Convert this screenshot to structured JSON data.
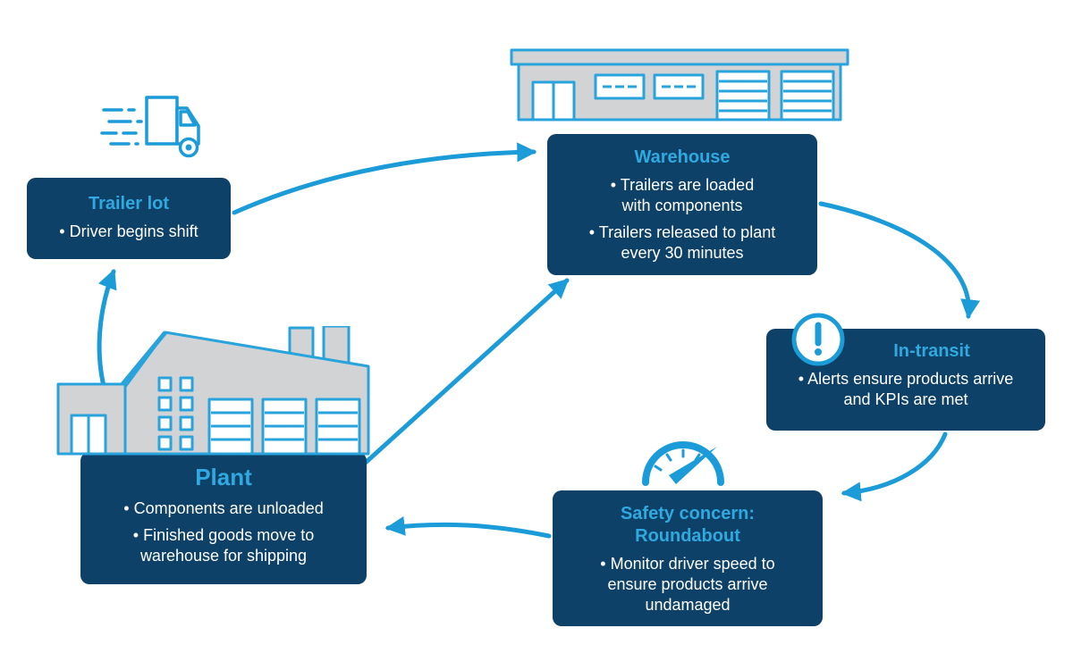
{
  "palette": {
    "card_navy": "#0e4168",
    "accent_blue": "#2fa9e0",
    "arrow_blue": "#1b9bd7",
    "building_gray": "#d1d3d4",
    "text_white": "#ffffff"
  },
  "glyphs": {
    "bullet": "•"
  },
  "nodes": {
    "trailer_lot": {
      "title": "Trailer lot",
      "bullets": [
        "Driver begins shift"
      ]
    },
    "warehouse": {
      "title": "Warehouse",
      "bullets": [
        "Trailers are loaded with components",
        "Trailers released to plant every 30 minutes"
      ]
    },
    "in_transit": {
      "title": "In-transit",
      "bullets": [
        "Alerts ensure products arrive and KPIs are met"
      ]
    },
    "safety": {
      "title": "Safety concern: Roundabout",
      "bullets": [
        "Monitor driver speed to ensure products arrive undamaged"
      ]
    },
    "plant": {
      "title": "Plant",
      "bullets": [
        "Components are unloaded",
        "Finished goods move to warehouse for shipping"
      ]
    }
  },
  "flow": [
    {
      "from": "Trailer lot",
      "to": "Warehouse"
    },
    {
      "from": "Warehouse",
      "to": "In-transit"
    },
    {
      "from": "In-transit",
      "to": "Safety concern: Roundabout"
    },
    {
      "from": "Safety concern: Roundabout",
      "to": "Plant"
    },
    {
      "from": "Plant",
      "to": "Warehouse"
    },
    {
      "from": "Plant",
      "to": "Trailer lot"
    }
  ]
}
